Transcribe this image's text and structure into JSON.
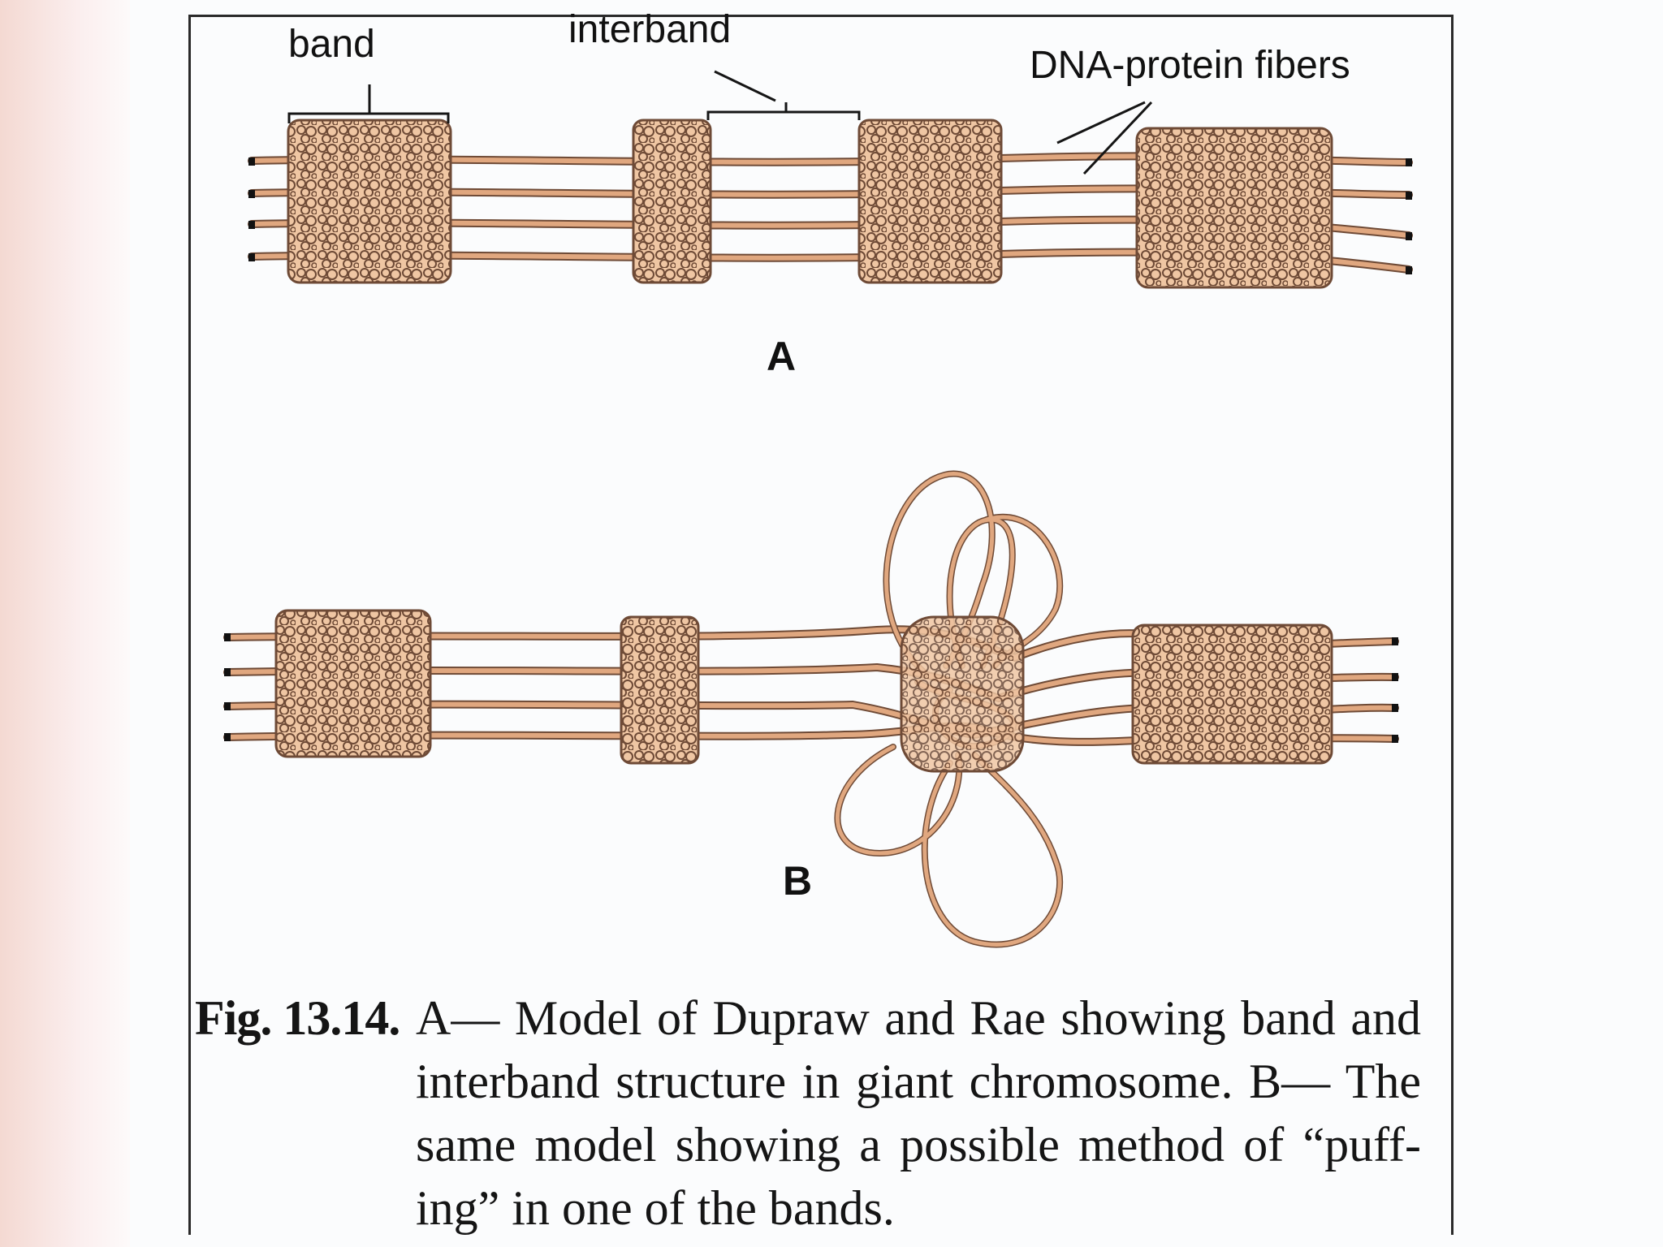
{
  "figure": {
    "labels": {
      "band": "band",
      "interband": "interband",
      "fibers": "DNA-protein fibers",
      "panel_a": "A",
      "panel_b": "B"
    },
    "colors": {
      "fiber": "#e0a77f",
      "fiber_outline": "#6e4a36",
      "band_fill": "#efc6a3",
      "ink": "#151515"
    }
  },
  "caption": {
    "number": "Fig. 13.14.",
    "text": "A— Model of Dupraw and Rae showing band and interband structure in giant chromosome. B— The same model showing a possible method of “puff-ing” in one of the bands."
  }
}
